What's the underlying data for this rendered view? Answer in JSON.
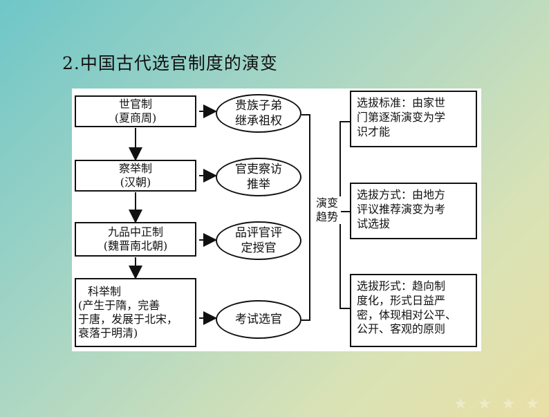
{
  "title": "2.中国古代选官制度的演变",
  "systems": [
    {
      "name": "世官制",
      "period": "(夏商周)"
    },
    {
      "name": "察举制",
      "period": "(汉朝)"
    },
    {
      "name": "九品中正制",
      "period": "(魏晋南北朝)"
    },
    {
      "name": "科举制",
      "period_lines": [
        "(产生于隋，完善",
        "于唐，发展于北宋，",
        "衰落于明清)"
      ]
    }
  ],
  "methods": [
    {
      "lines": [
        "贵族子弟",
        "继承祖权"
      ]
    },
    {
      "lines": [
        "官吏察访",
        "推举"
      ]
    },
    {
      "lines": [
        "品评官评",
        "定授官"
      ]
    },
    {
      "lines": [
        "考试选官"
      ]
    }
  ],
  "trend_label": [
    "演变",
    "趋势"
  ],
  "trends": [
    {
      "lines": [
        "选拔标准：由家世",
        "门第逐渐演变为学",
        "识才能"
      ]
    },
    {
      "lines": [
        "选拔方式：由地方",
        "评议推荐演变为考",
        "试选拔"
      ]
    },
    {
      "lines": [
        "选拔形式：趋向制",
        "度化，形式日益严",
        "密，体现相对公平、",
        "公开、客观的原则"
      ]
    }
  ]
}
